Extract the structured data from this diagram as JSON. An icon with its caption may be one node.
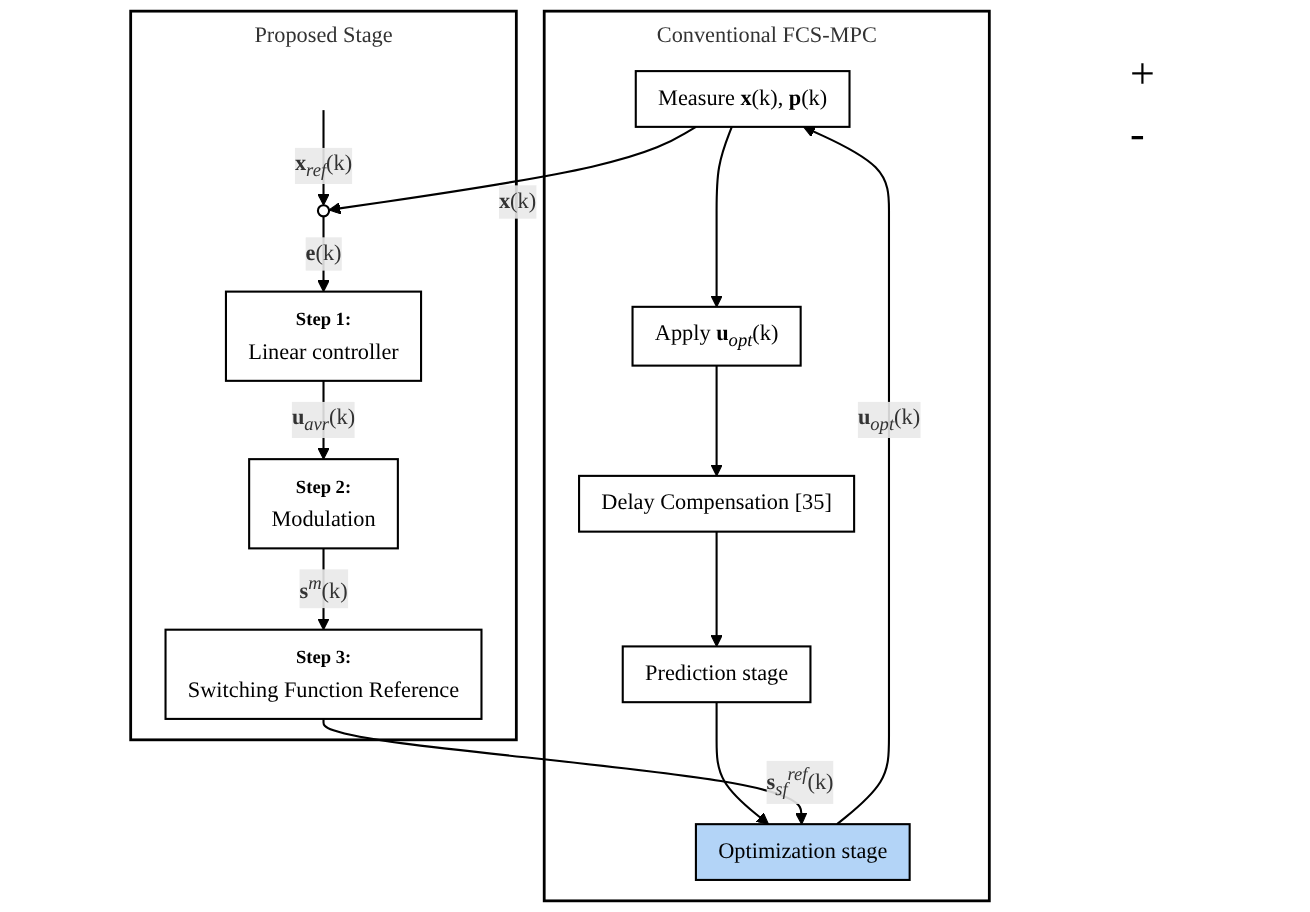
{
  "diagram": {
    "nodes": [
      {
        "text": [
          "Conventional FCS-MPC"
        ]
      },
      {
        "text": [
          "Measure **x**(k), **p**(k)"
        ],
        "in": 0
      },
      {
        "text": [
          "Apply **u**$_{opt}$(k)"
        ],
        "in": 0
      },
      {
        "text": [
          "Delay Compensation [35]"
        ],
        "in": 0
      },
      {
        "text": [
          "Prediction stage"
        ],
        "in": 0
      },
      {
        "text": [
          "Optimization stage"
        ],
        "in": 0
      },
      {
        "text": [
          "Proposed Stage"
        ]
      },
      {
        "text": [],
        "shape": "circle",
        "in": 6
      },
      {
        "text": [
          "Step 1:",
          "Linear controller"
        ],
        "in": 6
      },
      {
        "text": [
          "Step 2:",
          "Modulation"
        ],
        "in": 6
      },
      {
        "text": [
          "Step 3:",
          "Switching Function Reference"
        ],
        "in": 6
      }
    ],
    "edges": [
      {
        "from": 5,
        "to": 1,
        "arrow": "to",
        "label": "**u**$_{opt}$(k)"
      },
      {
        "from": 1,
        "to": 2,
        "arrow": "to"
      },
      {
        "from": 2,
        "to": 3,
        "arrow": "to"
      },
      {
        "from": 3,
        "to": 4,
        "arrow": "to"
      },
      {
        "from": 4,
        "to": 5,
        "arrow": "to"
      },
      {
        "from": null,
        "to": 7,
        "arrow": "to",
        "label": "**x**$_{ref}$(k)"
      },
      {
        "from": 1,
        "to": 7,
        "arrow": "to",
        "label": "**x**(k)"
      },
      {
        "from": 7,
        "to": 8,
        "arrow": "to",
        "label": "**e**(k)"
      },
      {
        "from": 8,
        "to": 9,
        "arrow": "to",
        "label": "**u**$_{avr}$(k)"
      },
      {
        "from": 9,
        "to": 10,
        "arrow": "to",
        "label": "**s**$^{m}$(k)"
      },
      {
        "from": 10,
        "to": 5,
        "arrow": "to",
        "label": "**s**$_{sf}$$^{ref}$(k)"
      }
    ],
    "labels": [
      "+",
      "-"
    ]
  }
}
